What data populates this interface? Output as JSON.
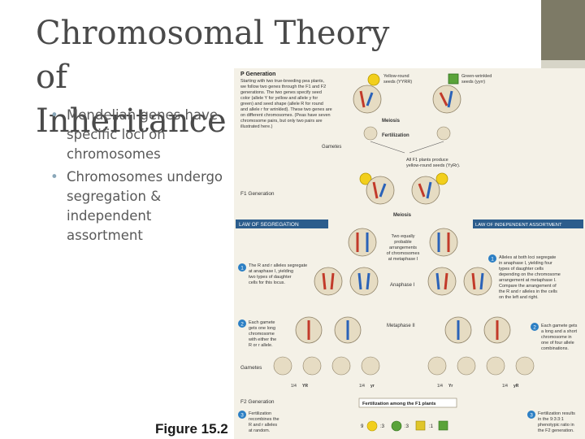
{
  "slide": {
    "title_line1": "Chromosomal Theory of",
    "title_line2": "Inheritance",
    "bullets": [
      "Mendelian genes have specific loci on chromosomes",
      "Chromosomes undergo segregation & independent assortment"
    ],
    "figure_caption": "Figure 15.2"
  },
  "figure": {
    "p_generation": "P Generation",
    "p_text": [
      "Starting with two true-breeding pea plants,",
      "we follow two genes through the F1 and F2",
      "generations. The two genes specify seed",
      "color (allele Y for yellow and allele y for",
      "green) and seed shape (allele R for round",
      "and allele r for wrinkled). These two genes are",
      "on different chromosomes. (Peas have seven",
      "chromosome pairs, but only two pairs are",
      "illustrated here.)"
    ],
    "yellow_seeds": [
      "Yellow-round",
      "seeds (YYRR)"
    ],
    "green_seeds": [
      "Green-wrinkled",
      "seeds (yyrr)"
    ],
    "meiosis": "Meiosis",
    "fertilization": "Fertilization",
    "gametes": "Gametes",
    "f1_text": [
      "All F1 plants produce",
      "yellow-round seeds (YyRr)."
    ],
    "f1_generation": "F1 Generation",
    "law_segregation": "LAW OF SEGREGATION",
    "law_independent": "LAW OF INDEPENDENT ASSORTMENT",
    "two_equally": [
      "Two equally",
      "probable",
      "arrangements",
      "of chromosomes",
      "at metaphase I"
    ],
    "step1_left": [
      "The R and r alleles segregate",
      "at anaphase I, yielding",
      "two types of daughter",
      "cells for this locus."
    ],
    "step1_right": [
      "Alleles at both loci segregate",
      "in anaphase I, yielding four",
      "types of daughter cells",
      "depending on the chromosome",
      "arrangement at metaphase I.",
      "Compare the arrangement of",
      "the R and r alleles in the cells",
      "on the left and right."
    ],
    "anaphase": "Anaphase I",
    "metaphase": "Metaphase II",
    "step2_left": [
      "Each gamete",
      "gets one long",
      "chromosome",
      "with either the",
      "R or r allele."
    ],
    "step2_right": [
      "Each gamete gets",
      "a long and a short",
      "chromosome in",
      "one of four allele",
      "combinations."
    ],
    "gametes_row": "Gametes",
    "f2_generation": "F2 Generation",
    "fert_f1": "Fertilization among the F1 plants",
    "step3_left": [
      "Fertilization",
      "recombines the",
      "R and r alleles",
      "at random."
    ],
    "step3_right": [
      "Fertilization results",
      "in the 9:3:3:1",
      "phenotypic ratio in",
      "the F2 generation."
    ],
    "step_numbers": [
      "1",
      "2",
      "3"
    ],
    "gamete_labels": [
      "YR",
      "yr",
      "Yr",
      "yR"
    ],
    "fractions": [
      "1/4",
      "1/4",
      "1/4",
      "1/4"
    ],
    "ratio": [
      "9",
      ":3",
      ":3",
      ":1"
    ]
  }
}
